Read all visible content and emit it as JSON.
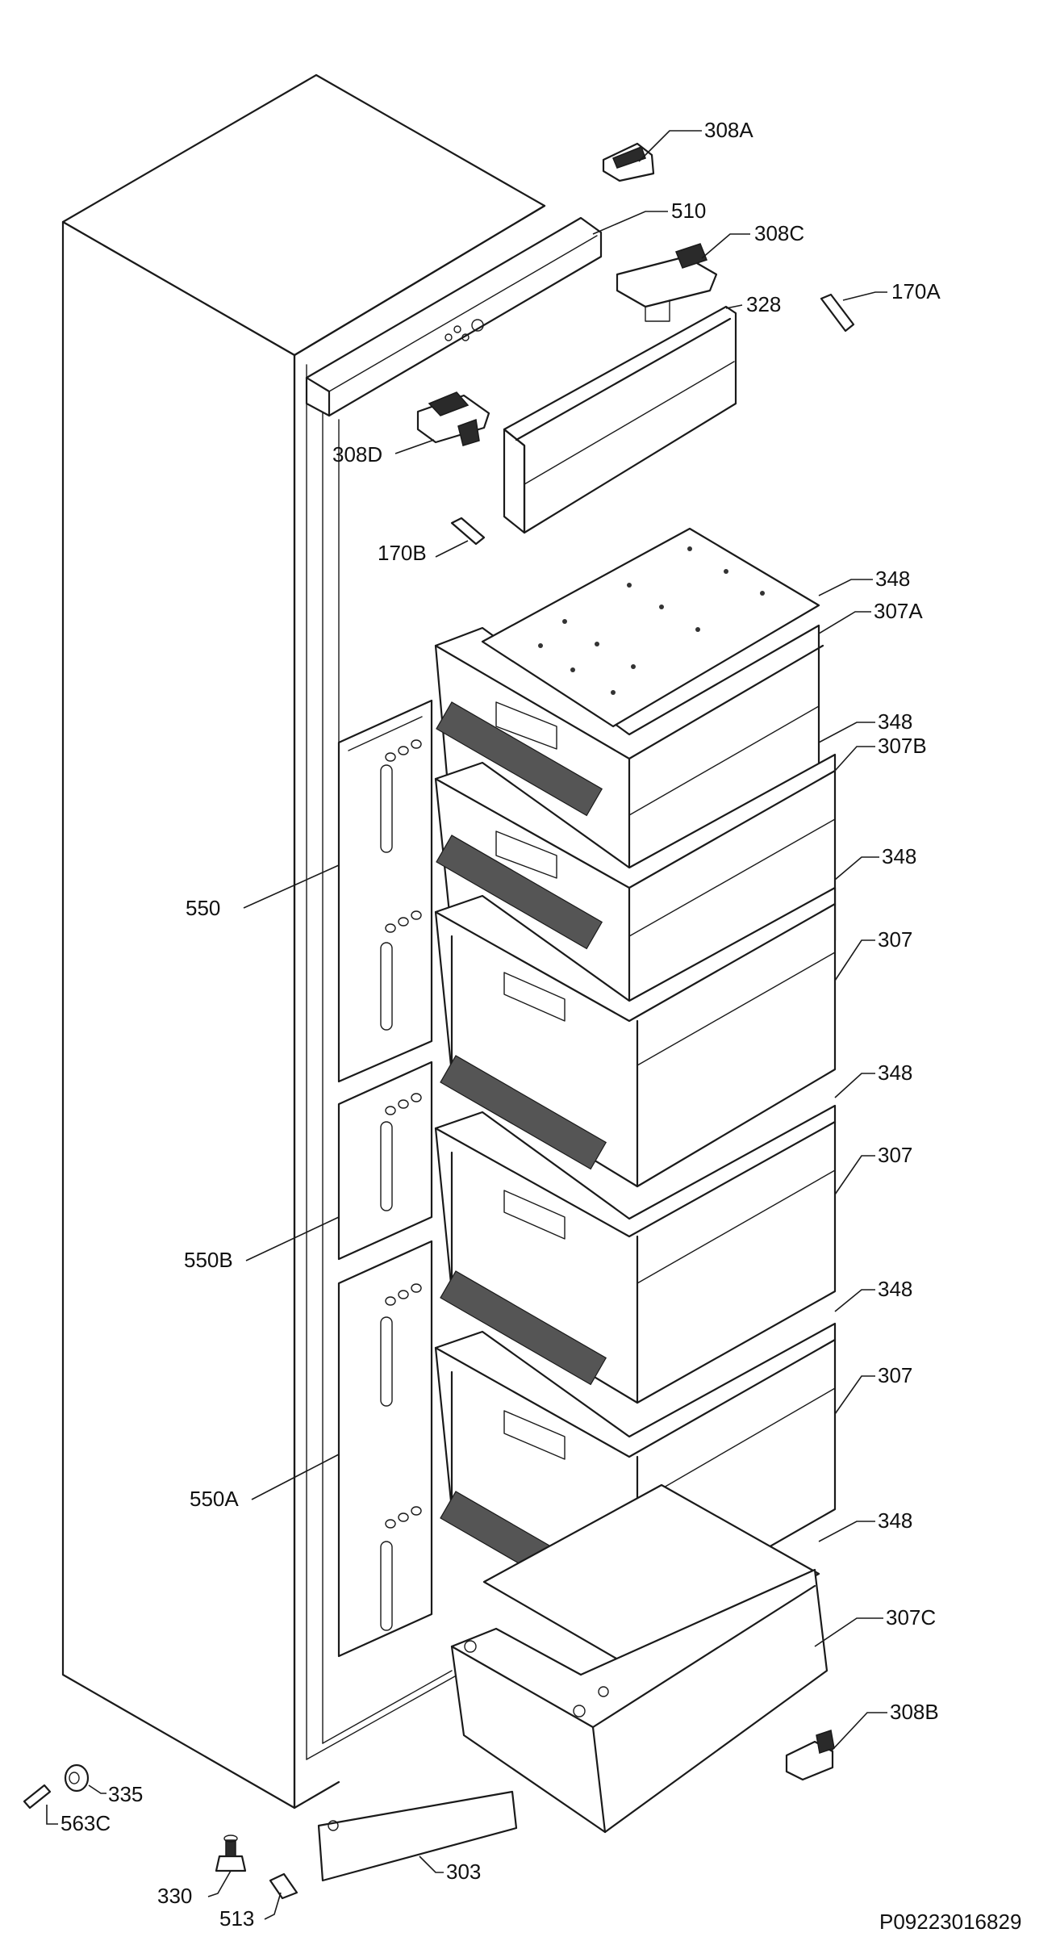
{
  "labels": {
    "l308a": "308A",
    "l510": "510",
    "l308c": "308C",
    "l170a": "170A",
    "l328": "328",
    "l308d": "308D",
    "l170b": "170B",
    "l348_1": "348",
    "l307a": "307A",
    "l348_2": "348",
    "l307b": "307B",
    "l348_3": "348",
    "l550": "550",
    "l307_1": "307",
    "l348_4": "348",
    "l307_2": "307",
    "l550b": "550B",
    "l348_5": "348",
    "l307_3": "307",
    "l550a": "550A",
    "l348_6": "348",
    "l307c": "307C",
    "l308b": "308B",
    "l335": "335",
    "l563c": "563C",
    "l303": "303",
    "l330": "330",
    "l513": "513"
  },
  "reference_code": "P09223016829"
}
